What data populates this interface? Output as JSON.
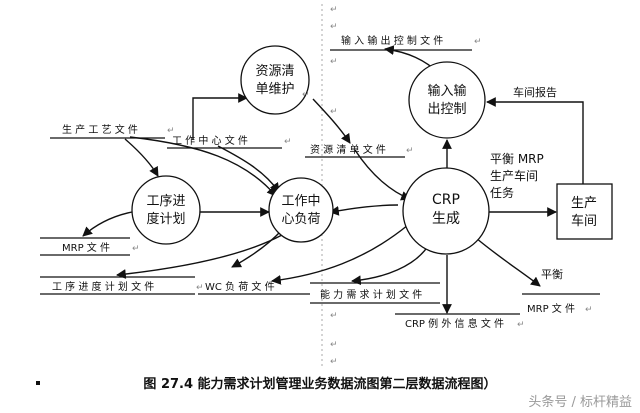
{
  "processes": {
    "resource_list_maintenance": [
      "资源清",
      "单维护"
    ],
    "io_control": [
      "输入输",
      "出控制"
    ],
    "process_schedule": [
      "工序进",
      "度计划"
    ],
    "work_center_load": [
      "工作中",
      "心负荷"
    ],
    "crp": [
      "CRP",
      "生成"
    ]
  },
  "entity": {
    "workshop": [
      "生产",
      "车间"
    ]
  },
  "stores": {
    "io_control_file": "输 入 输 出 控 制  文 件",
    "process_doc": "生 产 工 艺 文 件",
    "work_center_file": "工 作 中 心 文 件",
    "resource_list_file": "资 源 清 单 文 件",
    "mrp_file_left": "MRP  文  件",
    "schedule_file": "工 序 进 度 计 划 文 件",
    "wc_load_file": "WC 负 荷 文 件",
    "capacity_plan_file": "能 力 需 求 计 划 文 件",
    "crp_exception_file": "CRP 例 外 信 息 文 件",
    "mrp_file_right": "MRP  文  件"
  },
  "flow_labels": {
    "workshop_report": "车间报告",
    "balanced_tasks": [
      "平衡 MRP",
      "生产车间",
      "任务"
    ],
    "balance": "平衡"
  },
  "caption": "图 27.4  能力需求计划管理业务数据流图第二层数据流程图）",
  "watermark": "头条号 / 标杆精益",
  "paragraph_mark": "↵"
}
